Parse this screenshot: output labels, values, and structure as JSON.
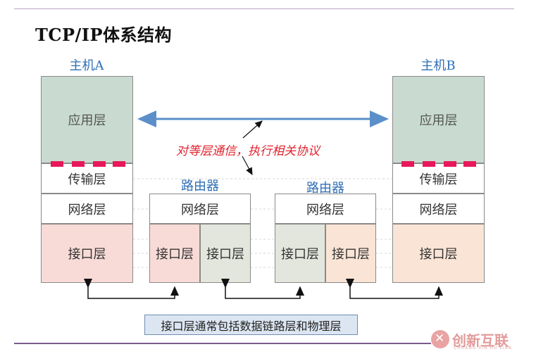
{
  "title": "TCP/IP体系结构",
  "host_a": {
    "label": "主机A",
    "layers": [
      "应用层",
      "传输层",
      "网络层",
      "接口层"
    ]
  },
  "host_b": {
    "label": "主机B",
    "layers": [
      "应用层",
      "传输层",
      "网络层",
      "接口层"
    ]
  },
  "router_1": {
    "label": "路由器",
    "network": "网络层",
    "interfaces": [
      "接口层",
      "接口层"
    ]
  },
  "router_2": {
    "label": "路由器",
    "network": "网络层",
    "interfaces": [
      "接口层",
      "接口层"
    ]
  },
  "peer_note": "对等层通信，执行相关协议",
  "bottom_note": "接口层通常包括数据链路层和物理层",
  "watermark": {
    "text": "创新互联",
    "sub": "CHUANG XIN HU LIAN"
  },
  "colors": {
    "title_rule": "#7b5c8c",
    "host_label": "#2f6fb5",
    "peer_arrow": "#5b8fc9",
    "peer_note": "#e0232e",
    "dash_marks": "#e8185a"
  }
}
